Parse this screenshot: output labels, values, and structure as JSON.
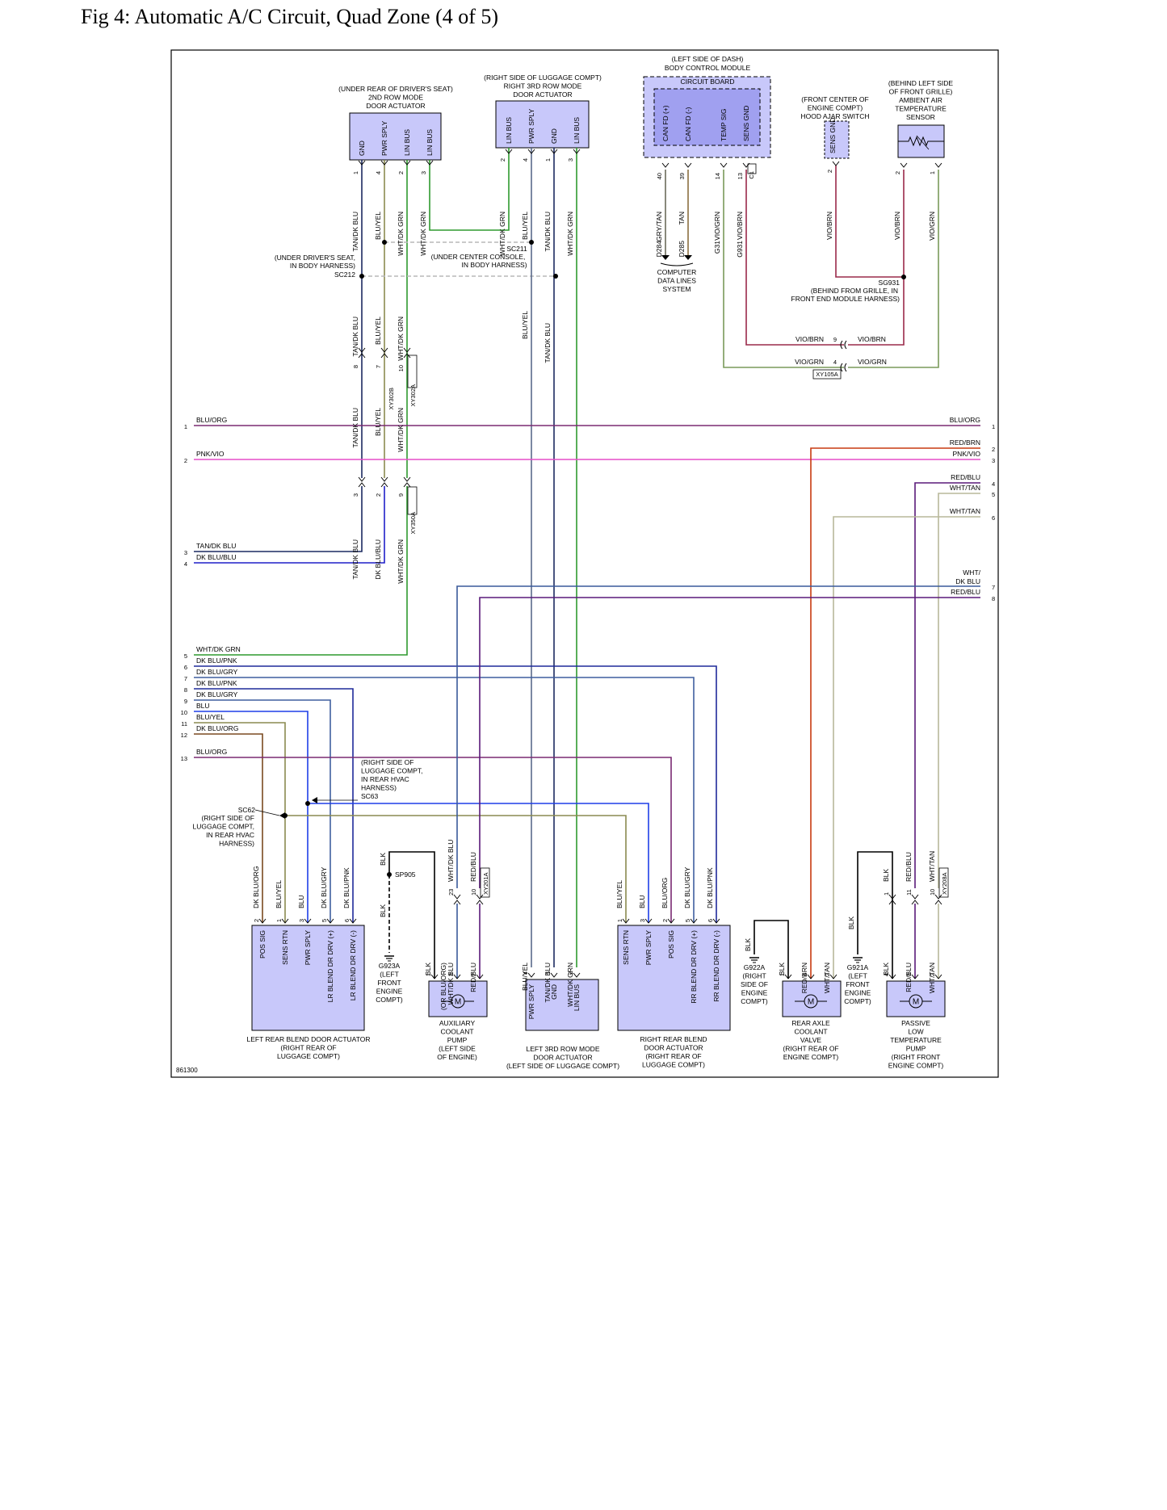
{
  "title": "Fig 4: Automatic A/C Circuit, Quad Zone (4 of 5)",
  "figure_id": "861300",
  "colors": {
    "component_fill": "#c8c8fa",
    "board_fill": "#a0a0f0",
    "splice_dash": "#b8b8b8",
    "BLU_ORG": "#7a2a72",
    "PNK_VIO": "#e64fc8",
    "TAN_DKBLU": "#1c2a60",
    "DKBLU_BLU": "#1f1fc8",
    "WHT_DKGRN": "#2f9a2f",
    "DKBLU_PNK": "#1f2a9a",
    "DKBLU_GRY": "#3f5f9f",
    "BLU": "#1f3fe8",
    "BLU_YEL": "#8a8a50",
    "DKBLU_ORG": "#7a4a20",
    "TAN": "#8a7040",
    "GRY_TAN": "#6a6a5a",
    "VIO_GRN": "#7a9a5a",
    "VIO_BRN": "#9a2a4a",
    "RED_BRN": "#c83a10",
    "RED_BLU": "#5a1a7a",
    "WHT_TAN": "#b8b89a",
    "WHT_DKBLU": "#3a5a9a",
    "BLK": "#000000",
    "SLATE": "#5a6a8a"
  },
  "components": {
    "c2nd": {
      "loc": "(UNDER REAR OF DRIVER'S SEAT)",
      "l2": "2ND ROW MODE",
      "l3": "DOOR ACTUATOR",
      "pins": [
        {
          "n": "1",
          "t": "GND",
          "w": "TAN/DK BLU"
        },
        {
          "n": "4",
          "t": "PWR SPLY",
          "w": "BLU/YEL"
        },
        {
          "n": "2",
          "t": "LIN BUS",
          "w": "WHT/DK GRN"
        },
        {
          "n": "3",
          "t": "LIN BUS",
          "w": "WHT/DK GRN"
        }
      ]
    },
    "c3rd": {
      "loc": "(RIGHT SIDE OF LUGGAGE COMPT)",
      "l2": "RIGHT 3RD ROW MODE",
      "l3": "DOOR ACTUATOR",
      "pins": [
        {
          "n": "2",
          "t": "LIN BUS",
          "w": "WHT/DK GRN"
        },
        {
          "n": "4",
          "t": "PWR SPLY",
          "w": "BLU/YEL"
        },
        {
          "n": "1",
          "t": "GND",
          "w": "TAN/DK BLU"
        },
        {
          "n": "3",
          "t": "LIN BUS",
          "w": "WHT/DK GRN"
        }
      ]
    },
    "bcm": {
      "loc": "(LEFT SIDE OF DASH)",
      "l2": "BODY CONTROL MODULE",
      "board": "CIRCUIT BOARD",
      "pins": [
        {
          "n": "40",
          "t": "CAN FD (+)",
          "w": "GRY/TAN",
          "c": "D284"
        },
        {
          "n": "39",
          "t": "CAN FD (-)",
          "w": "TAN",
          "c": "D285"
        },
        {
          "n": "14",
          "t": "TEMP SIG",
          "w": "VIO/GRN",
          "c": "G31"
        },
        {
          "n": "13",
          "t": "SENS GND",
          "w": "VIO/BRN",
          "c": "G931"
        }
      ],
      "conn": "C1"
    },
    "hood": {
      "loc": "(FRONT CENTER OF",
      "l2": "ENGINE COMPT)",
      "l3": "HOOD AJAR SWITCH",
      "pin": "SENS GND",
      "pin_n": "2",
      "w": "VIO/BRN"
    },
    "ambient": {
      "loc": "(BEHIND LEFT SIDE",
      "l2": "OF FRONT GRILLE)",
      "l3": "AMBIENT AIR",
      "l4": "TEMPERATURE",
      "l5": "SENSOR",
      "pins": [
        {
          "n": "2",
          "w": "VIO/BRN"
        },
        {
          "n": "1",
          "w": "VIO/GRN"
        }
      ]
    },
    "cdl": {
      "l1": "COMPUTER",
      "l2": "DATA LINES",
      "l3": "SYSTEM"
    }
  },
  "splices": {
    "sc211": {
      "id": "SC211",
      "l1": "(UNDER CENTER CONSOLE,",
      "l2": "IN BODY HARNESS)"
    },
    "sc212": {
      "l1": "(UNDER DRIVER'S SEAT,",
      "l2": "IN BODY HARNESS)",
      "id": "SC212"
    },
    "sg931": {
      "id": "SG931",
      "l1": "(BEHIND FROM GRILLE, IN",
      "l2": "FRONT END MODULE HARNESS)"
    },
    "sc63": {
      "l1": "(RIGHT SIDE OF",
      "l2": "LUGGAGE COMPT,",
      "l3": "IN REAR HVAC",
      "l4": "HARNESS)",
      "id": "SC63"
    },
    "sc62": {
      "id": "SC62",
      "l1": "(RIGHT SIDE OF",
      "l2": "LUGGAGE COMPT,",
      "l3": "IN REAR HVAC",
      "l4": "HARNESS)"
    },
    "sp905": {
      "id": "SP905"
    }
  },
  "connectors": {
    "xy302": {
      "ids": [
        "XY302B",
        "XY302A"
      ],
      "pins": [
        "8",
        "7",
        "10"
      ],
      "w": [
        "TAN/DK BLU",
        "BLU/YEL",
        "WHT/DK GRN"
      ],
      "wu": [
        "TAN/DK BLU",
        "BLU/YEL",
        "WHT/DK GRN"
      ]
    },
    "xy350": {
      "id": "XY350A",
      "pins": [
        "3",
        "2",
        "9"
      ],
      "w": [
        "TAN/DK BLU",
        "DK BLU/BLU",
        "WHT/DK GRN"
      ]
    },
    "xy105": {
      "id": "XY105A",
      "p9": "9",
      "p4": "4",
      "w9l": "VIO/BRN",
      "w9r": "VIO/BRN",
      "w4l": "VIO/GRN",
      "w4r": "VIO/GRN"
    },
    "xy201": {
      "id": "XY201A",
      "pins": [
        "23",
        "10"
      ],
      "w": [
        "WHT/DK BLU",
        "RED/BLU"
      ]
    },
    "xy208": {
      "id": "XY208A",
      "pins": [
        "1",
        "11",
        "10"
      ],
      "w": [
        "BLK",
        "RED/BLU",
        "WHT/TAN"
      ]
    }
  },
  "left_terminals": [
    {
      "n": "1",
      "w": "BLU/ORG"
    },
    {
      "n": "2",
      "w": "PNK/VIO"
    },
    {
      "n": "3",
      "w": "TAN/DK BLU"
    },
    {
      "n": "4",
      "w": "DK BLU/BLU"
    },
    {
      "n": "5",
      "w": "WHT/DK GRN"
    },
    {
      "n": "6",
      "w": "DK BLU/PNK"
    },
    {
      "n": "7",
      "w": "DK BLU/GRY"
    },
    {
      "n": "8",
      "w": "DK BLU/PNK"
    },
    {
      "n": "9",
      "w": "DK BLU/GRY"
    },
    {
      "n": "10",
      "w": "BLU"
    },
    {
      "n": "11",
      "w": "BLU/YEL"
    },
    {
      "n": "12",
      "w": "DK BLU/ORG"
    },
    {
      "n": "13",
      "w": "BLU/ORG"
    }
  ],
  "right_terminals": [
    {
      "n": "1",
      "w": "BLU/ORG"
    },
    {
      "n": "2",
      "w": "RED/BRN"
    },
    {
      "n": "3",
      "w": "PNK/VIO"
    },
    {
      "n": "4",
      "w": "RED/BLU"
    },
    {
      "n": "5",
      "w": "WHT/TAN"
    },
    {
      "n": "6",
      "w": "WHT/TAN"
    },
    {
      "n": "7",
      "w1": "WHT/",
      "w2": "DK BLU"
    },
    {
      "n": "8",
      "w": "RED/BLU"
    }
  ],
  "bottom": {
    "lrb": {
      "pins": [
        {
          "n": "2",
          "t": "POS SIG",
          "w": "DK BLU/ORG"
        },
        {
          "n": "1",
          "t": "SENS RTN",
          "w": "BLU/YEL"
        },
        {
          "n": "3",
          "t": "PWR SPLY",
          "w": "BLU"
        },
        {
          "n": "5",
          "t": "LR BLEND DR DRV (+)",
          "w": "DK BLU/GRY"
        },
        {
          "n": "6",
          "t": "LR BLEND DR DRV (-)",
          "w": "DK BLU/PNK"
        }
      ],
      "l1": "LEFT REAR BLEND DOOR ACTUATOR",
      "l2": "(RIGHT REAR OF",
      "l3": "LUGGAGE COMPT)"
    },
    "g923": {
      "w_up": "BLK",
      "w_dn": "BLK",
      "l1": "G923A",
      "l2": "(LEFT",
      "l3": "FRONT",
      "l4": "ENGINE",
      "l5": "COMPT)"
    },
    "acp": {
      "pins": [
        {
          "n": "1",
          "w": "BLK"
        },
        {
          "n": "3",
          "w1": "(OR BLU/ORG)",
          "w2": "WHT/DK BLU"
        },
        {
          "n": "2",
          "w": "RED/BLU"
        }
      ],
      "l1": "AUXILIARY",
      "l2": "COOLANT",
      "l3": "PUMP",
      "l4": "(LEFT SIDE",
      "l5": "OF ENGINE)"
    },
    "l3rd": {
      "pins": [
        {
          "n": "4",
          "t": "PWR SPLY",
          "w": "BLU/YEL"
        },
        {
          "n": "1",
          "t": "GND",
          "w": "TAN/DK BLU"
        },
        {
          "n": "2",
          "t": "LIN BUS",
          "w": "WHT/DK GRN"
        }
      ],
      "l1": "LEFT 3RD ROW MODE",
      "l2": "DOOR ACTUATOR",
      "l3": "(LEFT SIDE OF LUGGAGE COMPT)"
    },
    "rrb": {
      "pins": [
        {
          "n": "1",
          "t": "SENS RTN",
          "w": "BLU/YEL"
        },
        {
          "n": "3",
          "t": "PWR SPLY",
          "w": "BLU"
        },
        {
          "n": "2",
          "t": "POS SIG",
          "w": "BLU/ORG"
        },
        {
          "n": "5",
          "t": "RR BLEND DR DRV (+)",
          "w": "DK BLU/GRY"
        },
        {
          "n": "6",
          "t": "RR BLEND DR DRV (-)",
          "w": "DK BLU/PNK"
        }
      ],
      "l1": "RIGHT REAR BLEND",
      "l2": "DOOR ACTUATOR",
      "l3": "(RIGHT REAR OF",
      "l4": "LUGGAGE COMPT)"
    },
    "g922": {
      "w": "BLK",
      "l1": "G922A",
      "l2": "(RIGHT",
      "l3": "SIDE OF",
      "l4": "ENGINE",
      "l5": "COMPT)"
    },
    "racv": {
      "pins": [
        {
          "n": "1",
          "w": "BLK"
        },
        {
          "n": "4",
          "w": "RED/BRN"
        },
        {
          "n": "2",
          "w": "WHT/TAN"
        }
      ],
      "l1": "REAR AXLE",
      "l2": "COOLANT",
      "l3": "VALVE",
      "l4": "(RIGHT REAR OF",
      "l5": "ENGINE COMPT)"
    },
    "g921": {
      "w": "BLK",
      "l1": "G921A",
      "l2": "(LEFT",
      "l3": "FRONT",
      "l4": "ENGINE",
      "l5": "COMPT)"
    },
    "pltp": {
      "pins": [
        {
          "n": "4",
          "w": "BLK"
        },
        {
          "n": "3",
          "w": "RED/BLU"
        },
        {
          "n": "2",
          "w": "WHT/TAN"
        }
      ],
      "l1": "PASSIVE",
      "l2": "LOW",
      "l3": "TEMPERATURE",
      "l4": "PUMP",
      "l5": "(RIGHT FRONT",
      "l6": "ENGINE COMPT)"
    }
  },
  "motor_label": "M"
}
